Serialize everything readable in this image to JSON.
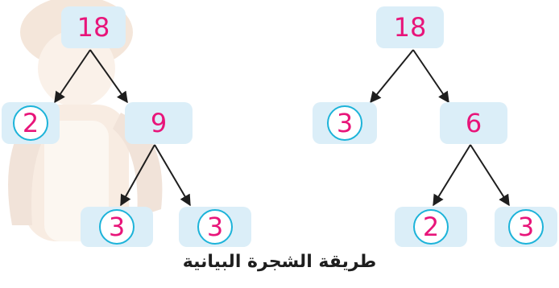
{
  "colors": {
    "node_fill": "#dbeef8",
    "number_color": "#e8157a",
    "circle_stroke": "#1cb3d9",
    "arrow_color": "#1e1e1e"
  },
  "trees": [
    {
      "root": "18",
      "left_leaf": "2",
      "middle": "9",
      "bottom_left": "3",
      "bottom_right": "3"
    },
    {
      "root": "18",
      "left_leaf": "3",
      "middle": "6",
      "bottom_left": "2",
      "bottom_right": "3"
    }
  ],
  "caption": "طريقة الشجرة البيانية"
}
